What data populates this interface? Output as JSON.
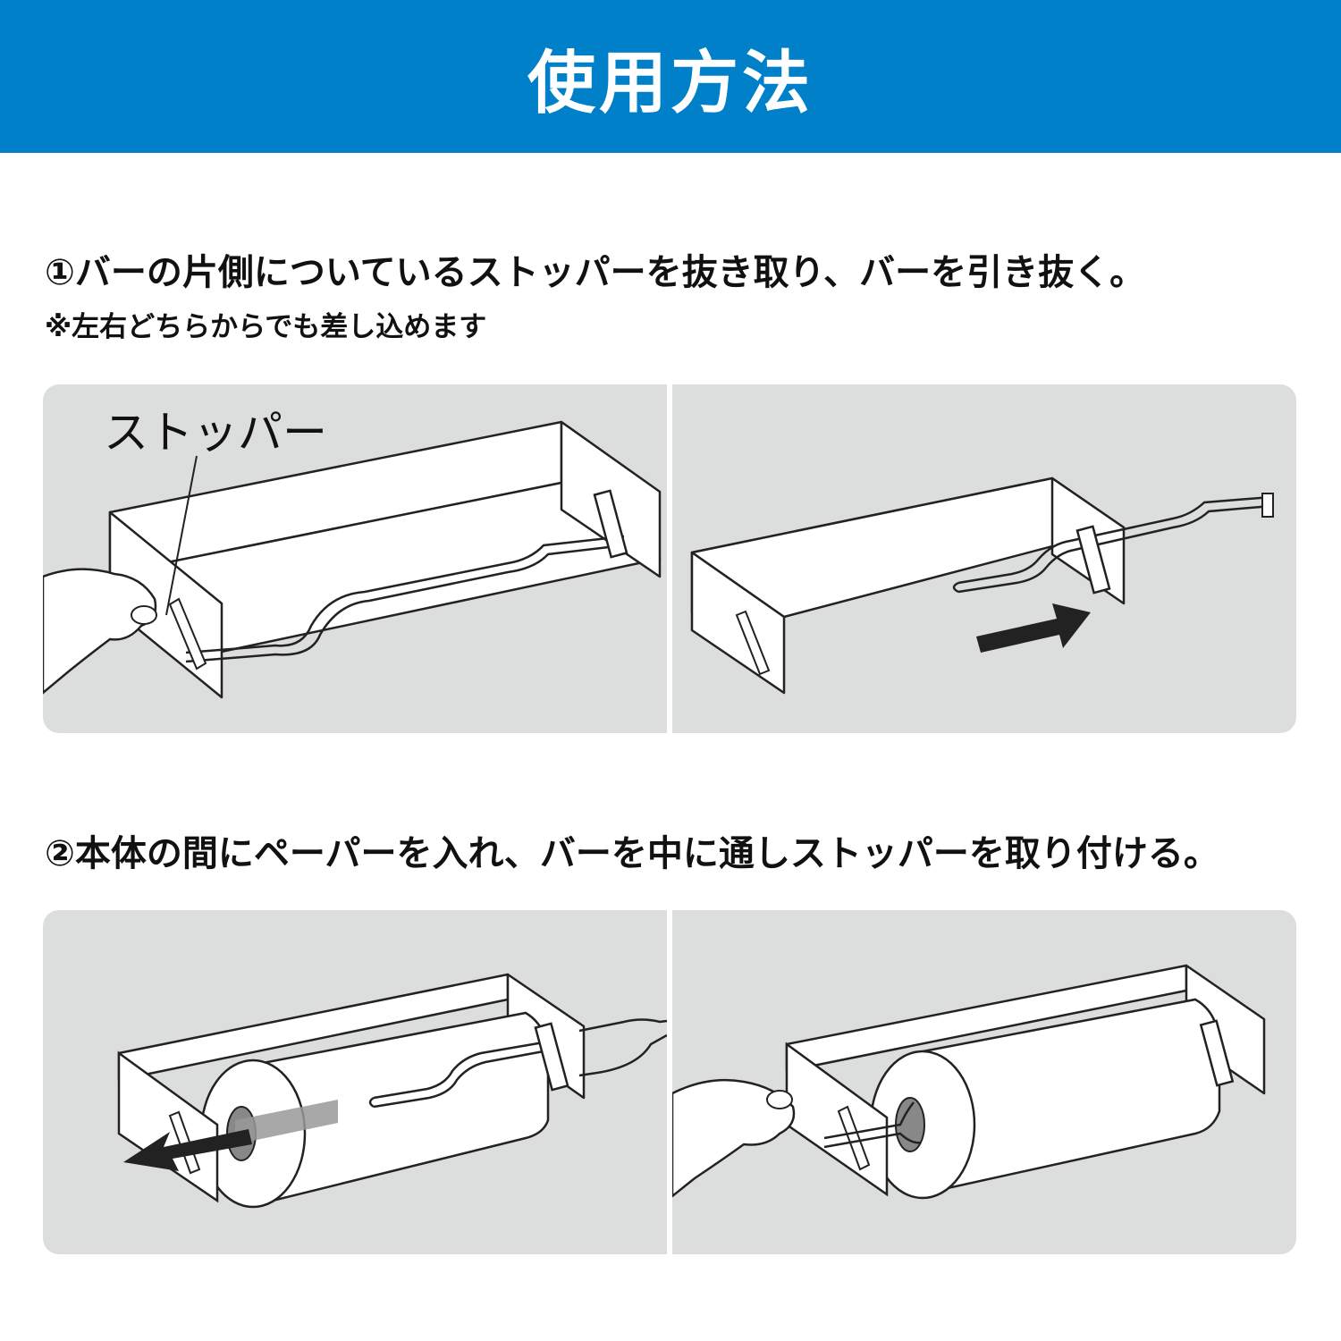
{
  "header": {
    "title": "使用方法"
  },
  "step1": {
    "title": "①バーの片側についているストッパーを抜き取り、バーを引き抜く。",
    "note": "※左右どちらからでも差し込めます",
    "callout_label": "ストッパー"
  },
  "step2": {
    "title": "②本体の間にペーパーを入れ、バーを中に通しストッパーを取り付ける。"
  },
  "colors": {
    "header_bg": "#0080c8",
    "panel_bg": "#dcdddd",
    "line": "#222222"
  }
}
